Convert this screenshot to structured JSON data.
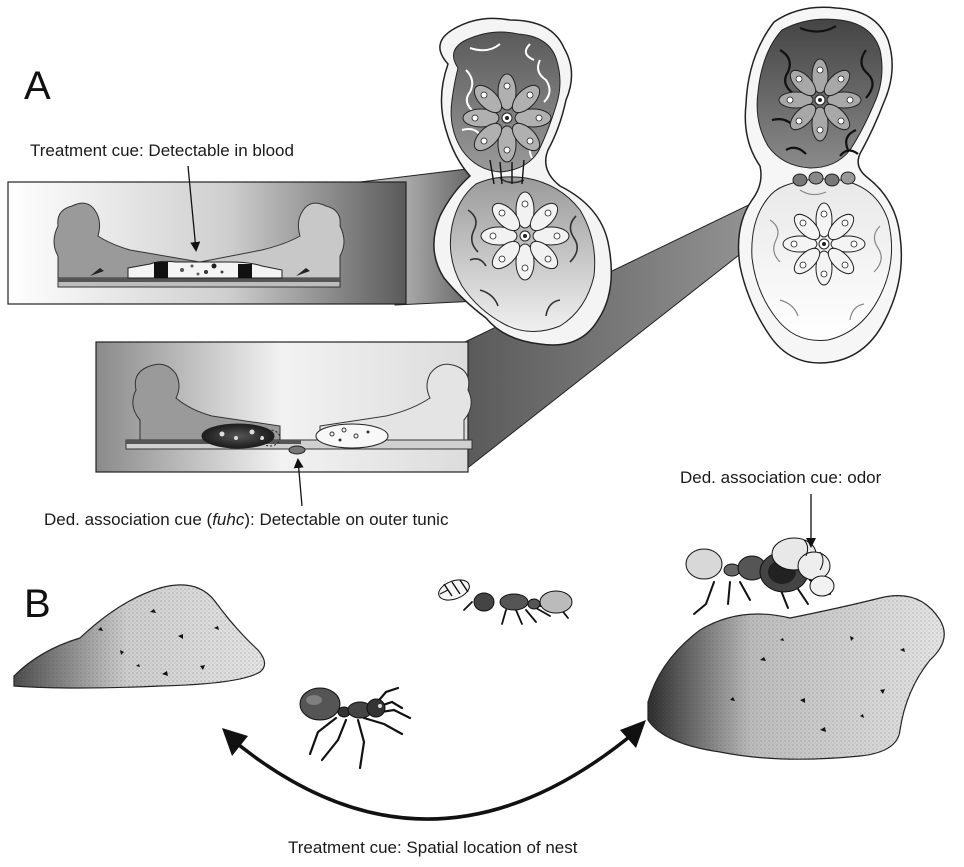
{
  "panel_a": {
    "letter": "A",
    "treatment_cue": "Treatment cue: Detectable in blood",
    "association_cue_prefix": "Ded. association cue (",
    "association_cue_gene": "fuhc",
    "association_cue_suffix": "): Detectable on outer tunic"
  },
  "panel_b": {
    "letter": "B",
    "odor_cue": "Ded. association cue: odor",
    "spatial_cue": "Treatment cue: Spatial location of nest"
  },
  "colors": {
    "tunic_dark": "#3a3a3a",
    "tunic_mid": "#8a8a8a",
    "tunic_light": "#efefef",
    "ink": "#111111"
  }
}
